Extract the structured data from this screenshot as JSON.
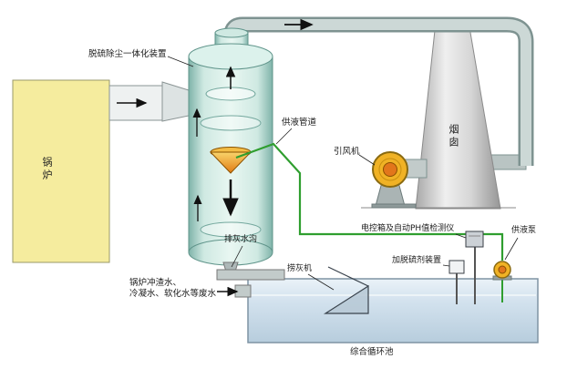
{
  "diagram": {
    "labels": {
      "device": "脱硫除尘一体化装置",
      "boiler": "锅炉",
      "supply_pipe": "供液管道",
      "fan": "引风机",
      "chimney": "烟囱",
      "ash_ditch": "排灰水沟",
      "ash_machine": "捞灰机",
      "control_box": "电控箱及自动PH值检测仪",
      "dosing_device": "加脱硫剂装置",
      "supply_pump": "供液泵",
      "wastewater_line1": "锅炉冲渣水、",
      "wastewater_line2": "冷凝水、软化水等废水",
      "pool": "综合循环池"
    },
    "colors": {
      "boiler": "#f5ec9e",
      "fan": "#f0b225",
      "pump": "#f0b225",
      "pipe_green": "#2f9e2f",
      "tower_edge": "#5f948a",
      "duct_gray": "#c2cbca",
      "pool_edge": "#7f93a3"
    }
  }
}
